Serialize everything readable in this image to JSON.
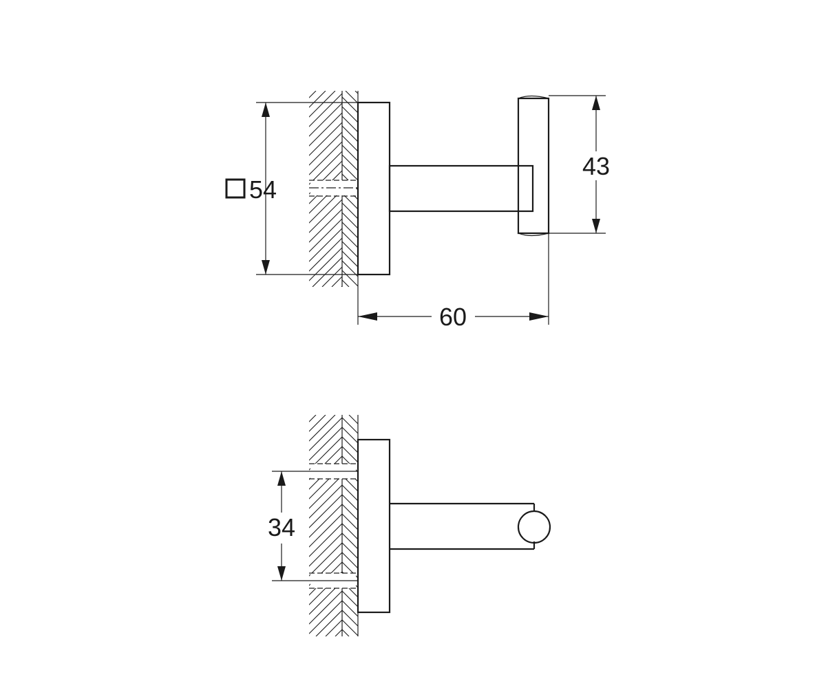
{
  "views": {
    "side": {
      "width_label": "54",
      "width_symbol": "square-symbol",
      "length_label": "60",
      "height_label": "43"
    },
    "top": {
      "spacing_label": "34"
    }
  },
  "colors": {
    "line": "#1a1a1a",
    "background": "#ffffff"
  }
}
